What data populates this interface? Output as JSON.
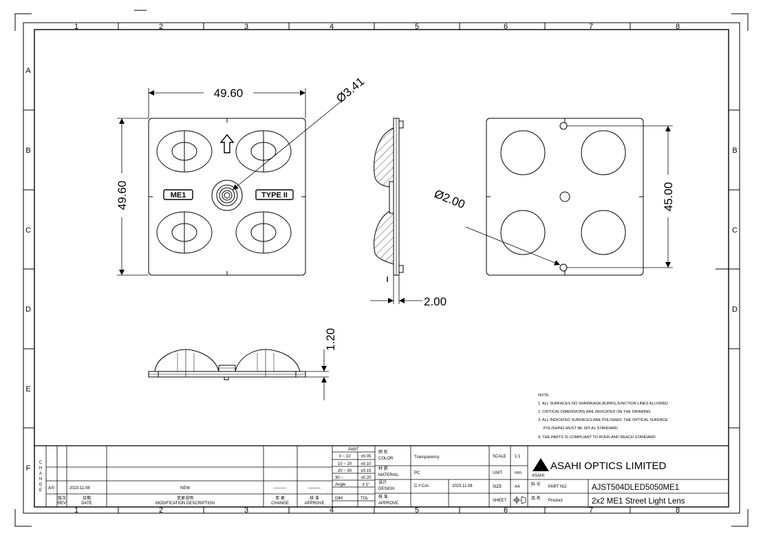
{
  "zones": {
    "cols": [
      "1",
      "2",
      "3",
      "4",
      "5",
      "6",
      "7",
      "8"
    ],
    "rows": [
      "A",
      "B",
      "C",
      "D",
      "E",
      "F"
    ]
  },
  "dimensions": {
    "top_width": "49.60",
    "left_height": "49.60",
    "hole_dia_front": "Ø3.41",
    "hole_dia_back": "Ø2.00",
    "back_spacing": "45.00",
    "side_thickness": "2.00",
    "bottom_height": "1.20"
  },
  "lens_labels": {
    "left": "ME1",
    "right": "TYPE II"
  },
  "notes": {
    "heading": "NOTE:",
    "items": [
      "1. ALL SURFACES NO SHRINKAGE,BURRS,JUNCTION LINES ALLOWED",
      "2. CRITICAL DIMENSIONS ARE INDICATED ON THE DRAWING",
      "3. ALL INDICATED SURFACES ARE POLISHED. THE OPTICAL SURFACE",
      "POLISHING MUST BE SPI-A1 STANDARD",
      "4. THE PARTS IS COMPLIANT TO ROHS AND REACH STANDARD"
    ]
  },
  "title_block": {
    "change_letters": [
      "C",
      "H",
      "A",
      "N",
      "G",
      "E"
    ],
    "revision": {
      "rev": "A/0",
      "date": "2023.11.08",
      "description": "NEW",
      "change": "———",
      "approve": "———"
    },
    "headers": {
      "rev_cn": "版次",
      "rev": "REV",
      "date_cn": "日期",
      "date": "DATE",
      "desc_cn": "变更说明",
      "desc": "MODIFICATION DESCRIPTION",
      "change_cn": "变 更",
      "change": "CHANGE",
      "approve_cn": "核 准",
      "approve": "APPROVE"
    },
    "tolerance": {
      "part": "PART",
      "rows": [
        {
          "range": "0 ~ 10",
          "tol": "±0.05"
        },
        {
          "range": "10 ~ 20",
          "tol": "±0.10"
        },
        {
          "range": "20 ~ 30",
          "tol": "±0.15"
        },
        {
          "range": "30 ~",
          "tol": "±0.20"
        },
        {
          "range": "Angle",
          "tol": "± 1°"
        }
      ],
      "dim": "DIM",
      "tol": "TOL"
    },
    "fields": {
      "color_cn": "颜 色",
      "color_label": "COLOR",
      "color": "Transparency",
      "material_cn": "材 质",
      "material_label": "MATERIAL",
      "material": "PC",
      "design_cn": "设计",
      "design_label": "DESIGN",
      "designer": "C.Y.CAI",
      "design_date": "2023.11.08",
      "approve_cn": "核 准",
      "approve_label": "APPROVE"
    },
    "scale_label": "SCALE",
    "scale": "1:1",
    "unit_label": "UNIT",
    "unit": "mm",
    "size_label": "SIZE",
    "size": "A4",
    "sheet_label": "SHEET",
    "company": "ASAHI OPTICS LIMITED",
    "logo_text": "ASAHI",
    "part_no_cn": "料 号",
    "part_no_label": "PART NO.",
    "part_no": "AJST504DLED5050ME1",
    "product_cn": "品 名",
    "product_label": "Product",
    "product": "2x2 ME1 Street Light Lens"
  }
}
